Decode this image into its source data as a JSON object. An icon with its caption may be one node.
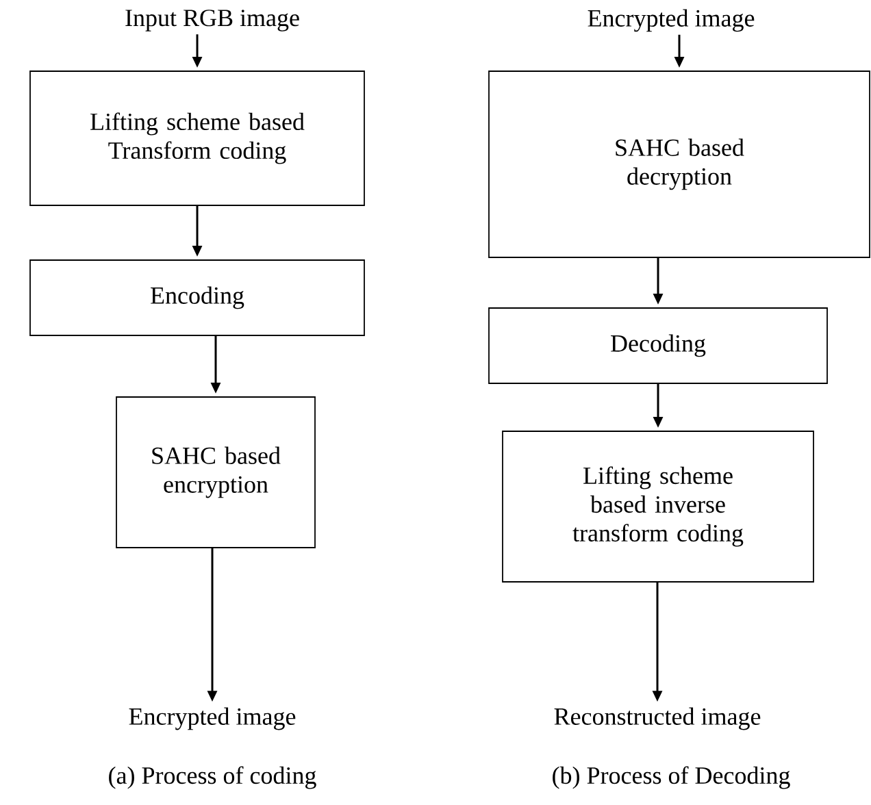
{
  "diagram": {
    "nodes": [
      {
        "text": [
          "Input RGB image"
        ]
      },
      {
        "text": [
          "Lifting scheme based Transform coding"
        ]
      },
      {
        "text": [
          "Encoding"
        ]
      },
      {
        "text": [
          "SAHC based encryption"
        ]
      },
      {
        "text": [
          "Encrypted image"
        ]
      },
      {
        "text": [
          "Encrypted image"
        ]
      },
      {
        "text": [
          "SAHC based decryption"
        ]
      },
      {
        "text": [
          "Decoding"
        ]
      },
      {
        "text": [
          "Lifting scheme based inverse transform coding"
        ]
      },
      {
        "text": [
          "Reconstructed image"
        ]
      }
    ],
    "edges": [
      {
        "from": 0,
        "to": 1,
        "arrow": "to"
      },
      {
        "from": 1,
        "to": 2,
        "arrow": "to"
      },
      {
        "from": 2,
        "to": 3,
        "arrow": "to"
      },
      {
        "from": 3,
        "to": 4,
        "arrow": "to"
      },
      {
        "from": 5,
        "to": 6,
        "arrow": "to"
      },
      {
        "from": 6,
        "to": 7,
        "arrow": "to"
      },
      {
        "from": 7,
        "to": 8,
        "arrow": "to"
      },
      {
        "from": 8,
        "to": 9,
        "arrow": "to"
      }
    ],
    "labels": [
      "(a) Process of coding",
      "(b) Process of Decoding"
    ]
  }
}
